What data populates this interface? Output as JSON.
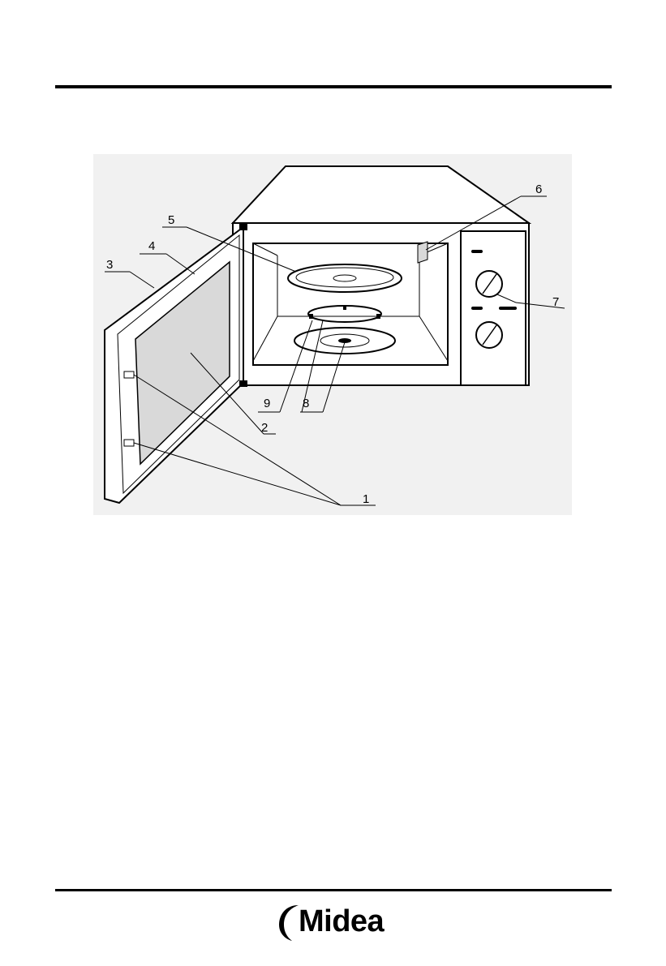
{
  "diagram": {
    "callouts": [
      {
        "id": "1",
        "label": "1"
      },
      {
        "id": "2",
        "label": "2"
      },
      {
        "id": "3",
        "label": "3"
      },
      {
        "id": "4",
        "label": "4"
      },
      {
        "id": "5",
        "label": "5"
      },
      {
        "id": "6",
        "label": "6"
      },
      {
        "id": "7",
        "label": "7"
      },
      {
        "id": "8",
        "label": "8"
      },
      {
        "id": "9",
        "label": "9"
      }
    ]
  },
  "footer": {
    "brand": "Midea"
  },
  "colors": {
    "rule": "#000000",
    "door_window": "#d9d9d9",
    "background_panel": "#f1f1f1",
    "outline": "#000000"
  }
}
